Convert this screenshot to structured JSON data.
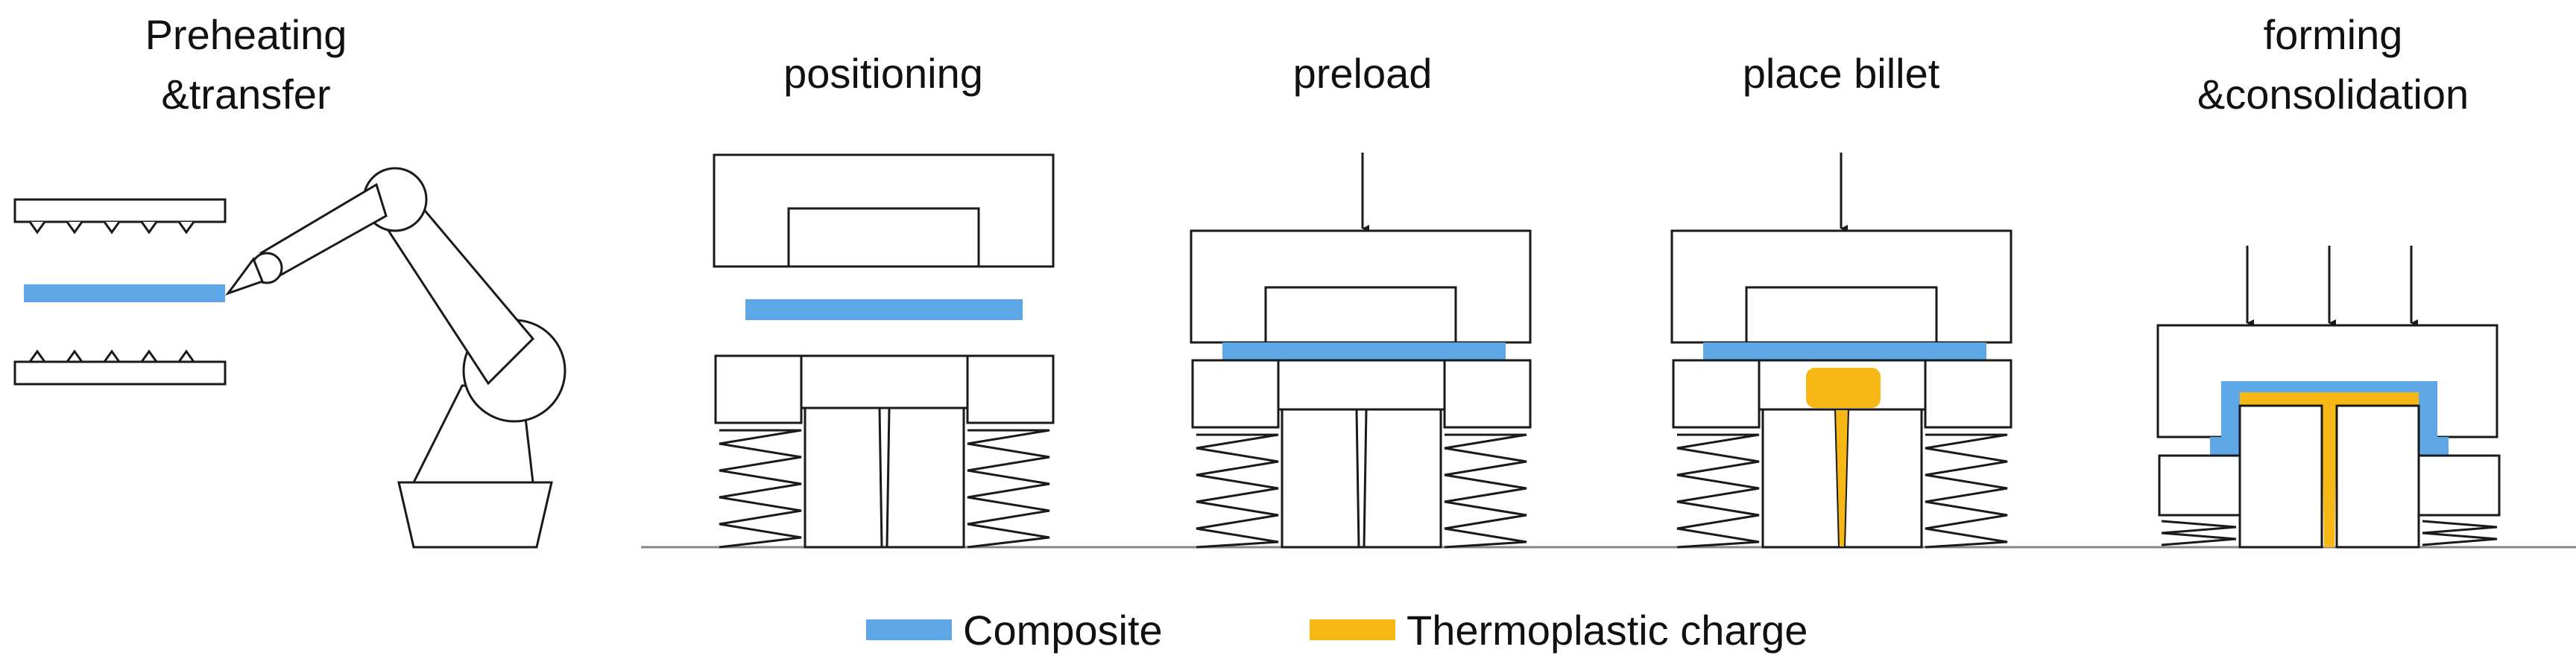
{
  "stages": [
    {
      "title_line1": "Preheating",
      "title_line2": "&transfer"
    },
    {
      "title_line1": "positioning"
    },
    {
      "title_line1": "preload"
    },
    {
      "title_line1": "place billet"
    },
    {
      "title_line1": "forming",
      "title_line2": "&consolidation"
    }
  ],
  "legend": {
    "composite": {
      "label": "Composite",
      "color": "#5ea7e6"
    },
    "charge": {
      "label": "Thermoplastic charge",
      "color": "#f7b816"
    }
  },
  "colors": {
    "line": "#1a1a1a",
    "background": "#ffffff"
  }
}
